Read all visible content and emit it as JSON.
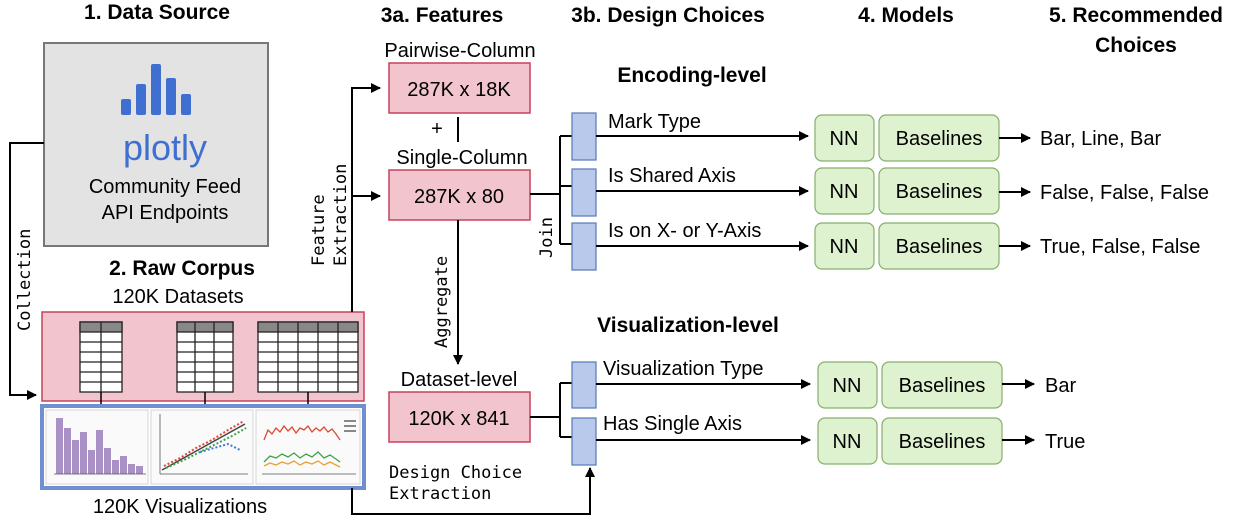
{
  "headers": {
    "data_source": "1. Data Source",
    "features": "3a. Features",
    "design_choices": "3b. Design Choices",
    "models": "4. Models",
    "recommended_line1": "5. Recommended",
    "recommended_line2": "Choices"
  },
  "source": {
    "logo_text": "plotly",
    "line1": "Community Feed",
    "line2": "API Endpoints"
  },
  "corpus": {
    "title": "2. Raw Corpus",
    "datasets": "120K Datasets",
    "visualizations": "120K Visualizations"
  },
  "edges": {
    "collection": "Collection",
    "feature": "Feature",
    "extraction": "Extraction",
    "aggregate": "Aggregate",
    "join": "Join",
    "plus": "+",
    "design_choice_1": "Design Choice",
    "design_choice_2": "Extraction"
  },
  "features": {
    "pairwise_label": "Pairwise-Column",
    "pairwise_dims": "287K x 18K",
    "single_label": "Single-Column",
    "single_dims": "287K x 80",
    "dataset_label": "Dataset-level",
    "dataset_dims": "120K x 841"
  },
  "levels": {
    "encoding": "Encoding-level",
    "visualization": "Visualization-level"
  },
  "tasks": [
    {
      "name": "Mark Type",
      "result": "Bar, Line, Bar"
    },
    {
      "name": "Is Shared Axis",
      "result": "False, False, False"
    },
    {
      "name": "Is on X- or Y-Axis",
      "result": "True, False, False"
    },
    {
      "name": "Visualization Type",
      "result": "Bar"
    },
    {
      "name": "Has Single Axis",
      "result": "True"
    }
  ],
  "models": {
    "nn": "NN",
    "baselines": "Baselines"
  },
  "colors": {
    "pink_fill": "#f2c4cd",
    "pink_stroke": "#c8415d",
    "green_fill": "#dff2cf",
    "blue_fill": "#b9c9ec",
    "plotly_blue": "#3f6fd1"
  }
}
